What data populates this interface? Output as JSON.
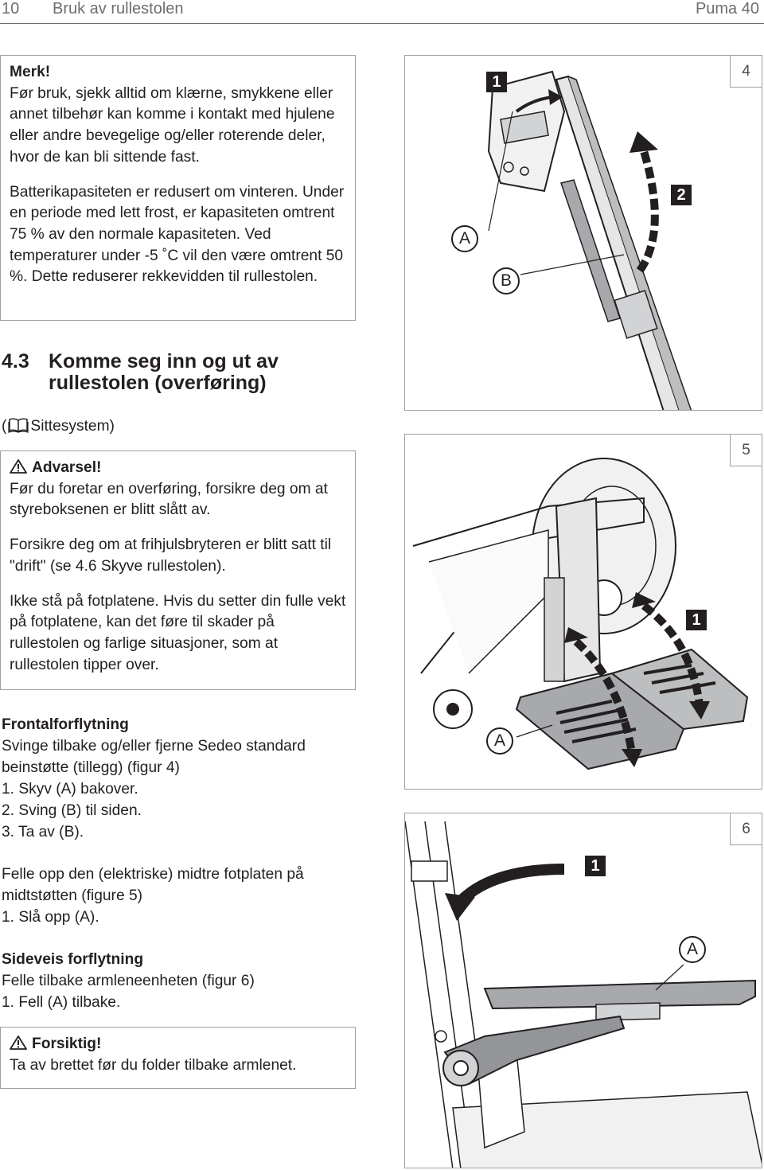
{
  "header": {
    "page_number": "10",
    "section_title": "Bruk av rullestolen",
    "product": "Puma 40"
  },
  "note_box": {
    "title": "Merk!",
    "para1": "Før bruk, sjekk alltid om klærne, smykkene eller annet tilbehør kan komme i kontakt med hjulene eller andre bevegelige og/eller roterende deler, hvor de kan bli sittende fast.",
    "para2": "Batterikapasiteten er redusert om vinteren. Under en periode med lett frost, er kapasiteten omtrent 75 % av den normale kapasiteten. Ved temperaturer under -5 ˚C vil den være omtrent 50 %. Dette reduserer rekkevidden til rullestolen."
  },
  "section": {
    "number": "4.3",
    "title_line1": "Komme seg inn og ut av",
    "title_line2": "rullestolen (overføring)",
    "ref_open": "(",
    "ref_text": "Sittesystem)"
  },
  "warning_box": {
    "title": "Advarsel!",
    "para1": "Før du foretar en overføring, forsikre deg om at styreboksenen er blitt slått av.",
    "para2": "Forsikre deg om at frihjulsbryteren er blitt satt til \"drift\" (se 4.6 Skyve rullestolen).",
    "para3": "Ikke stå på fotplatene. Hvis du setter din fulle vekt på fotplatene, kan det føre til skader på rullestolen og farlige situasjoner, som at rullestolen tipper over."
  },
  "frontal": {
    "heading": "Frontalforflytning",
    "line1": "Svinge tilbake og/eller fjerne Sedeo standard beinstøtte (tillegg) (figur 4)",
    "step1": "1. Skyv (A) bakover.",
    "step2": "2. Sving (B) til siden.",
    "step3": "3. Ta av (B)."
  },
  "footplate": {
    "line1": "Felle opp den (elektriske) midtre fotplaten på midtstøtten (figure 5)",
    "step1": "1. Slå opp (A)."
  },
  "side": {
    "heading": "Sideveis forflytning",
    "line1": "Felle tilbake armleneenheten (figur 6)",
    "step1": "1. Fell (A) tilbake."
  },
  "caution_box": {
    "title": "Forsiktig!",
    "text": "Ta av brettet før du folder tilbake armlenet."
  },
  "figures": {
    "fig4": {
      "number": "4",
      "tag1": "1",
      "tag2": "2",
      "label_a": "A",
      "label_b": "B"
    },
    "fig5": {
      "number": "5",
      "tag1": "1",
      "label_a": "A"
    },
    "fig6": {
      "number": "6",
      "tag1": "1",
      "label_a": "A"
    }
  }
}
